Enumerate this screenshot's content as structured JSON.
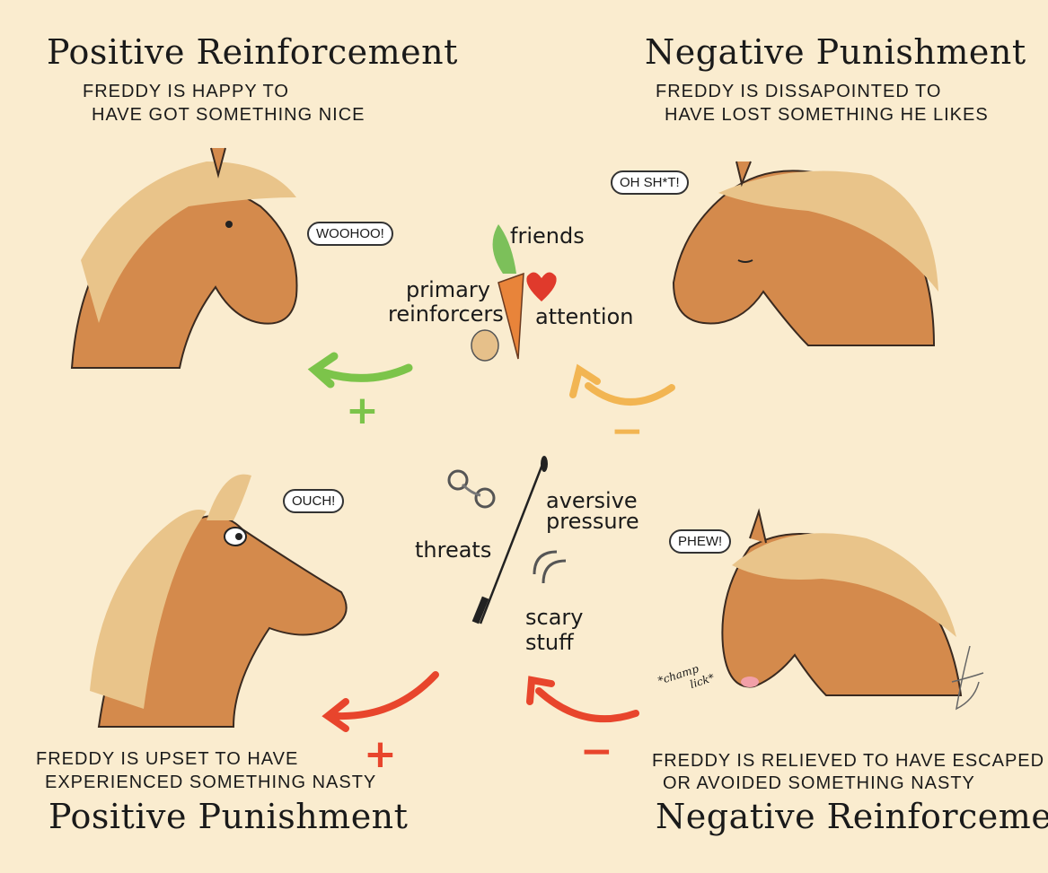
{
  "quadrants": {
    "positive_reinforcement": {
      "title": "Positive Reinforcement",
      "caption_line1": "FREDDY IS HAPPY TO",
      "caption_line2": "HAVE GOT SOMETHING NICE",
      "bubble": "WOOHOO!",
      "sign": "+"
    },
    "negative_punishment": {
      "title": "Negative Punishment",
      "caption_line1": "FREDDY IS DISSAPOINTED TO",
      "caption_line2": "HAVE LOST SOMETHING HE LIKES",
      "bubble": "OH SH*T!",
      "sign": "−"
    },
    "positive_punishment": {
      "title": "Positive Punishment",
      "caption_line1": "FREDDY IS UPSET TO HAVE",
      "caption_line2": "EXPERIENCED SOMETHING NASTY",
      "bubble": "OUCH!",
      "sign": "+"
    },
    "negative_reinforcement": {
      "title": "Negative Reinforcement",
      "caption_line1": "FREDDY IS RELIEVED TO HAVE ESCAPED",
      "caption_line2": "OR AVOIDED SOMETHING NASTY",
      "bubble": "PHEW!",
      "note_line1": "*champ",
      "note_line2": "lick*",
      "sign": "−"
    }
  },
  "reinforcers": {
    "friends": "friends",
    "primary_line1": "primary",
    "primary_line2": "reinforcers",
    "attention": "attention"
  },
  "aversives": {
    "aversive_line1": "aversive",
    "aversive_line2": "pressure",
    "threats": "threats",
    "scary_line1": "scary",
    "scary_line2": "stuff"
  },
  "colors": {
    "background": "#faeccf",
    "horse": "#d48a4c",
    "mane": "#e9c48a",
    "green": "#7cc44a",
    "yellow": "#f2b552",
    "red": "#e8452c"
  }
}
